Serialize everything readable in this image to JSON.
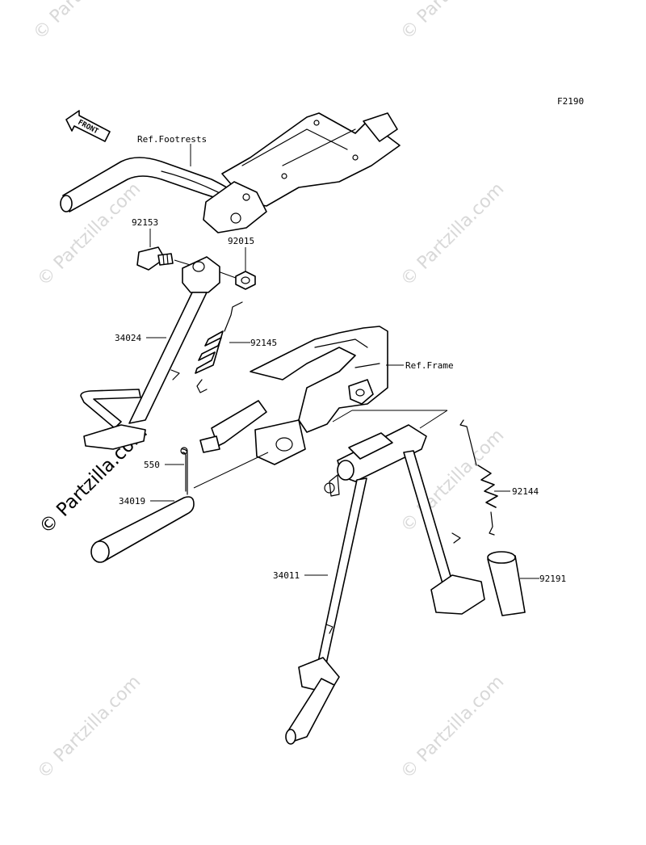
{
  "figure_code": "F2190",
  "front_arrow_label": "FRONT",
  "watermark": "© Partzilla.com",
  "reference_labels": {
    "footrests": "Ref.Footrests",
    "frame": "Ref.Frame"
  },
  "parts": {
    "p92153": "92153",
    "p92015": "92015",
    "p34024": "34024",
    "p92145": "92145",
    "p550": "550",
    "p34019": "34019",
    "p34011": "34011",
    "p92144": "92144",
    "p92191": "92191"
  }
}
